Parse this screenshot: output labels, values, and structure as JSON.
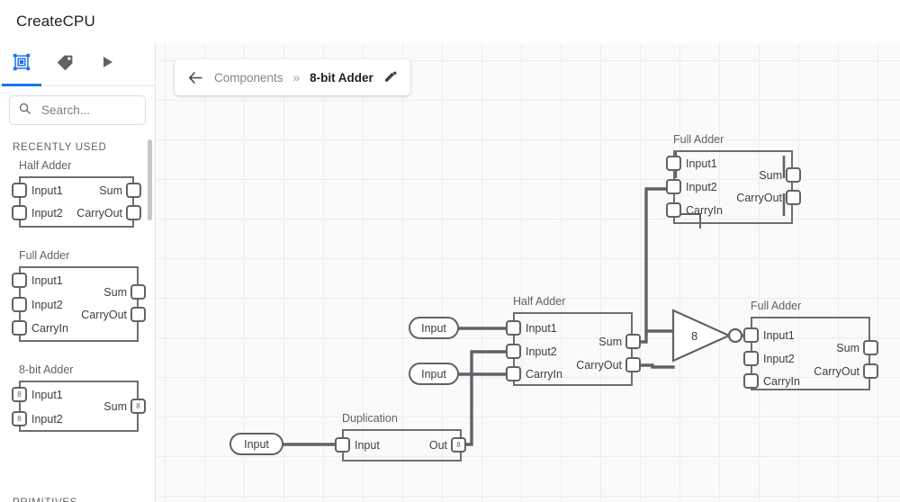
{
  "app": {
    "title": "CreateCPU"
  },
  "sidebar": {
    "tabs": [
      {
        "name": "components-tab",
        "icon": "components-icon",
        "active": true
      },
      {
        "name": "labels-tab",
        "icon": "tag-icon",
        "active": false
      },
      {
        "name": "run-tab",
        "icon": "play-icon",
        "active": false
      }
    ],
    "search": {
      "placeholder": "Search...",
      "value": "",
      "icon": "search-icon"
    },
    "sections": [
      {
        "heading": "RECENTLY USED"
      },
      {
        "heading": "PRIMITIVES"
      }
    ],
    "palette_items": [
      {
        "title": "Half Adder",
        "inputs": [
          {
            "label": "Input1",
            "width": ""
          },
          {
            "label": "Input2",
            "width": ""
          }
        ],
        "outputs": [
          {
            "label": "Sum",
            "width": ""
          },
          {
            "label": "CarryOut",
            "width": ""
          }
        ]
      },
      {
        "title": "Full Adder",
        "inputs": [
          {
            "label": "Input1",
            "width": ""
          },
          {
            "label": "Input2",
            "width": ""
          },
          {
            "label": "CarryIn",
            "width": ""
          }
        ],
        "outputs": [
          {
            "label": "Sum",
            "width": ""
          },
          {
            "label": "CarryOut",
            "width": ""
          }
        ]
      },
      {
        "title": "8-bit Adder",
        "inputs": [
          {
            "label": "Input1",
            "width": "8"
          },
          {
            "label": "Input2",
            "width": "8"
          }
        ],
        "outputs": [
          {
            "label": "Sum",
            "width": "8"
          }
        ]
      }
    ]
  },
  "breadcrumb": {
    "back_icon": "arrow-left-icon",
    "parent": "Components",
    "separator": "»",
    "current": "8-bit Adder",
    "edit_icon": "pencil-icon"
  },
  "canvas": {
    "nodes": [
      {
        "id": "full-adder-top",
        "title": "Full Adder",
        "inputs": [
          "Input1",
          "Input2",
          "CarryIn"
        ],
        "outputs": [
          "Sum",
          "CarryOut"
        ]
      },
      {
        "id": "half-adder-mid",
        "title": "Half Adder",
        "inputs": [
          "Input1",
          "Input2",
          "CarryIn"
        ],
        "outputs": [
          "Sum",
          "CarryOut"
        ]
      },
      {
        "id": "full-adder-right",
        "title": "Full Adder",
        "inputs": [
          "Input1",
          "Input2",
          "CarryIn"
        ],
        "outputs": [
          "Sum",
          "CarryOut"
        ]
      },
      {
        "id": "duplication",
        "title": "Duplication",
        "inputs": [
          "Input"
        ],
        "outputs": [
          "Out"
        ],
        "out_width": "8"
      },
      {
        "id": "merger",
        "title": "",
        "label": "8",
        "shape": "triangle"
      }
    ],
    "input_pills": [
      {
        "id": "input-pill-1",
        "label": "Input"
      },
      {
        "id": "input-pill-2",
        "label": "Input"
      },
      {
        "id": "input-pill-3",
        "label": "Input"
      }
    ]
  }
}
